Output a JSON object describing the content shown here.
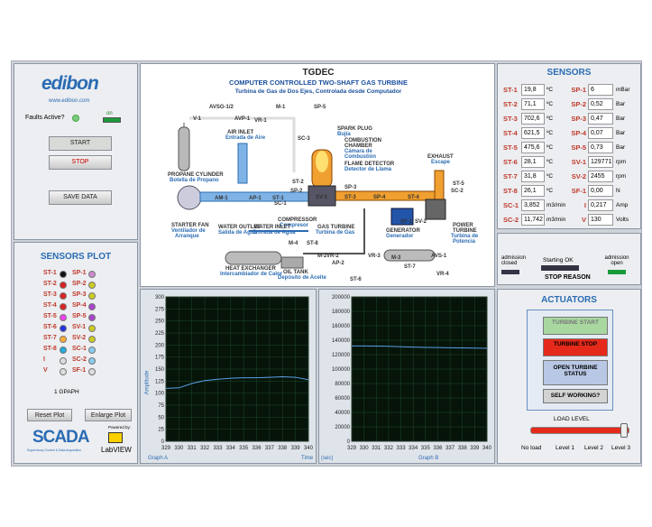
{
  "brand": {
    "logo": "edibon",
    "url": "www.edibon.com",
    "faults_label": "Faults Active?",
    "on_label": "on"
  },
  "controls": {
    "start": "START",
    "stop": "STOP",
    "save": "SAVE DATA"
  },
  "plot_panel": {
    "title": "SENSORS PLOT",
    "graph_label": "1 GPAPH",
    "reset": "Reset Plot",
    "enlarge": "Enlarge Plot",
    "scada": "SCADA",
    "scada_sub": "Supervisory Control & Data Acquisition",
    "powered": "Powered by:",
    "labview": "LabVIEW"
  },
  "legend": [
    {
      "label": "ST-1",
      "color": "#111111"
    },
    {
      "label": "SP-1",
      "color": "#cc88cc"
    },
    {
      "label": "ST-2",
      "color": "#dd2222"
    },
    {
      "label": "SP-2",
      "color": "#cccc22"
    },
    {
      "label": "ST-3",
      "color": "#dd2222"
    },
    {
      "label": "SP-3",
      "color": "#cccc22"
    },
    {
      "label": "ST-4",
      "color": "#dd2222"
    },
    {
      "label": "SP-4",
      "color": "#aa44cc"
    },
    {
      "label": "ST-5",
      "color": "#ee44ee"
    },
    {
      "label": "SP-5",
      "color": "#aa44cc"
    },
    {
      "label": "ST-6",
      "color": "#2233dd"
    },
    {
      "label": "SV-1",
      "color": "#cccc22"
    },
    {
      "label": "ST-7",
      "color": "#ffaa33"
    },
    {
      "label": "SV-2",
      "color": "#cccc22"
    },
    {
      "label": "ST-8",
      "color": "#22aadd"
    },
    {
      "label": "SC-1",
      "color": "#88ccee"
    },
    {
      "label": "I",
      "color": "#dddddd"
    },
    {
      "label": "SC-2",
      "color": "#88ccee"
    },
    {
      "label": "V",
      "color": "#dddddd"
    },
    {
      "label": "SF-1",
      "color": "#dddddd"
    }
  ],
  "diagram": {
    "title": "TGDEC",
    "subtitle": "COMPUTER CONTROLLED TWO-SHAFT GAS TURBINE",
    "subtitle2": "Turbina de Gas de Dos Ejes, Controlada desde Computador",
    "labels": [
      "AVSG-1/2",
      "M-1",
      "SP-5",
      "V-1",
      "AVP-1",
      "VR-1",
      "SPARK PLUG",
      "Bujía",
      "AIR INLET",
      "Entrada de Aire",
      "SC-3",
      "COMBUSTION",
      "CHAMBER",
      "Cámara de",
      "Combustión",
      "FLAME DETECTOR",
      "Detector de Llama",
      "EXHAUST",
      "Escape",
      "PROPANE CYLINDER",
      "Botella de Propano",
      "ST-2",
      "SP-2",
      "SP-3",
      "ST-3",
      "SP-4",
      "ST-4",
      "ST-5",
      "SC-2",
      "AM-1",
      "AP-1",
      "ST-1",
      "SC-1",
      "SV-1",
      "SF-1",
      "SV-2",
      "M-4",
      "ST-8",
      "VR-2",
      "VR-3",
      "M-3",
      "STARTER FAN",
      "Ventilador de",
      "Arranque",
      "COMPRESSOR",
      "Compresor",
      "GAS TURBINE",
      "Turbina de Gas",
      "GENERATOR",
      "Generador",
      "POWER",
      "TURBINE",
      "Turbina de",
      "Potencia",
      "WATER OUTLET",
      "Salida de Agua",
      "WATER INLET",
      "Entrada de Agua",
      "HEAT EXCHANGER",
      "Intercambiador de Calor",
      "AP-2",
      "OIL TANK",
      "Depósito de Aceite",
      "M-2",
      "ST-6",
      "ST-7",
      "AVS-1",
      "VR-4"
    ]
  },
  "sensors": {
    "title": "SENSORS",
    "left": [
      {
        "label": "ST-1",
        "value": "19,8",
        "unit": "ºC"
      },
      {
        "label": "ST-2",
        "value": "71,1",
        "unit": "ºC"
      },
      {
        "label": "ST-3",
        "value": "702,6",
        "unit": "ºC"
      },
      {
        "label": "ST-4",
        "value": "621,5",
        "unit": "ºC"
      },
      {
        "label": "ST-5",
        "value": "475,6",
        "unit": "ºC"
      },
      {
        "label": "ST-6",
        "value": "28,1",
        "unit": "ºC"
      },
      {
        "label": "ST-7",
        "value": "31,8",
        "unit": "ºC"
      },
      {
        "label": "ST-8",
        "value": "26,1",
        "unit": "ºC"
      },
      {
        "label": "SC-1",
        "value": "3,852",
        "unit": "m3/min"
      },
      {
        "label": "SC-2",
        "value": "11,742",
        "unit": "m3/min"
      }
    ],
    "right": [
      {
        "label": "SP-1",
        "value": "6",
        "unit": "mBar"
      },
      {
        "label": "SP-2",
        "value": "0,52",
        "unit": "Bar"
      },
      {
        "label": "SP-3",
        "value": "0,47",
        "unit": "Bar"
      },
      {
        "label": "SP-4",
        "value": "0,07",
        "unit": "Bar"
      },
      {
        "label": "SP-5",
        "value": "0,73",
        "unit": "Bar"
      },
      {
        "label": "SV-1",
        "value": "129771",
        "unit": "rpm"
      },
      {
        "label": "SV-2",
        "value": "2455",
        "unit": "rpm"
      },
      {
        "label": "SF-1",
        "value": "0,00",
        "unit": "N"
      },
      {
        "label": "I",
        "value": "0,217",
        "unit": "Amp"
      },
      {
        "label": "V",
        "value": "130",
        "unit": "Volts"
      }
    ]
  },
  "status": {
    "admission_closed": "admission closed",
    "starting_ok": "Starting OK",
    "admission_open": "admission open",
    "stop_reason": "STOP REASON"
  },
  "actuators": {
    "title": "ACTUATORS",
    "turbine_start": "TURBINE START",
    "turbine_stop": "TURBINE STOP",
    "open_status": "OPEN TURBINE STATUS",
    "self_working": "SELF WORKING?",
    "load_level": "LOAD LEVEL",
    "load_ticks": [
      "No load",
      "Level 1",
      "Level 2",
      "Level 3"
    ]
  },
  "chart_data": [
    {
      "type": "line",
      "title": "",
      "xlabel": "Time",
      "ylabel": "Amplitude",
      "graph_label": "Graph A",
      "x": [
        329,
        330,
        331,
        332,
        333,
        334,
        335,
        336,
        337,
        338,
        339,
        340
      ],
      "ylim": [
        0,
        300
      ],
      "yticks": [
        0,
        25,
        50,
        75,
        100,
        125,
        150,
        175,
        200,
        225,
        250,
        275,
        300
      ],
      "series": [
        {
          "values": [
            110,
            111,
            120,
            126,
            129,
            131,
            132,
            132,
            133,
            134,
            133,
            128
          ]
        }
      ]
    },
    {
      "type": "line",
      "title": "",
      "xlabel": "(sec)",
      "ylabel": "",
      "graph_label": "Graph B",
      "x": [
        329,
        330,
        331,
        332,
        333,
        334,
        335,
        336,
        337,
        338,
        339,
        340
      ],
      "ylim": [
        0,
        200000
      ],
      "yticks": [
        0,
        20000,
        40000,
        60000,
        80000,
        100000,
        120000,
        140000,
        160000,
        180000,
        200000
      ],
      "series": [
        {
          "values": [
            132000,
            132000,
            131800,
            131500,
            131000,
            130500,
            130000,
            129800,
            129500,
            129300,
            129100,
            128800
          ]
        }
      ]
    }
  ]
}
